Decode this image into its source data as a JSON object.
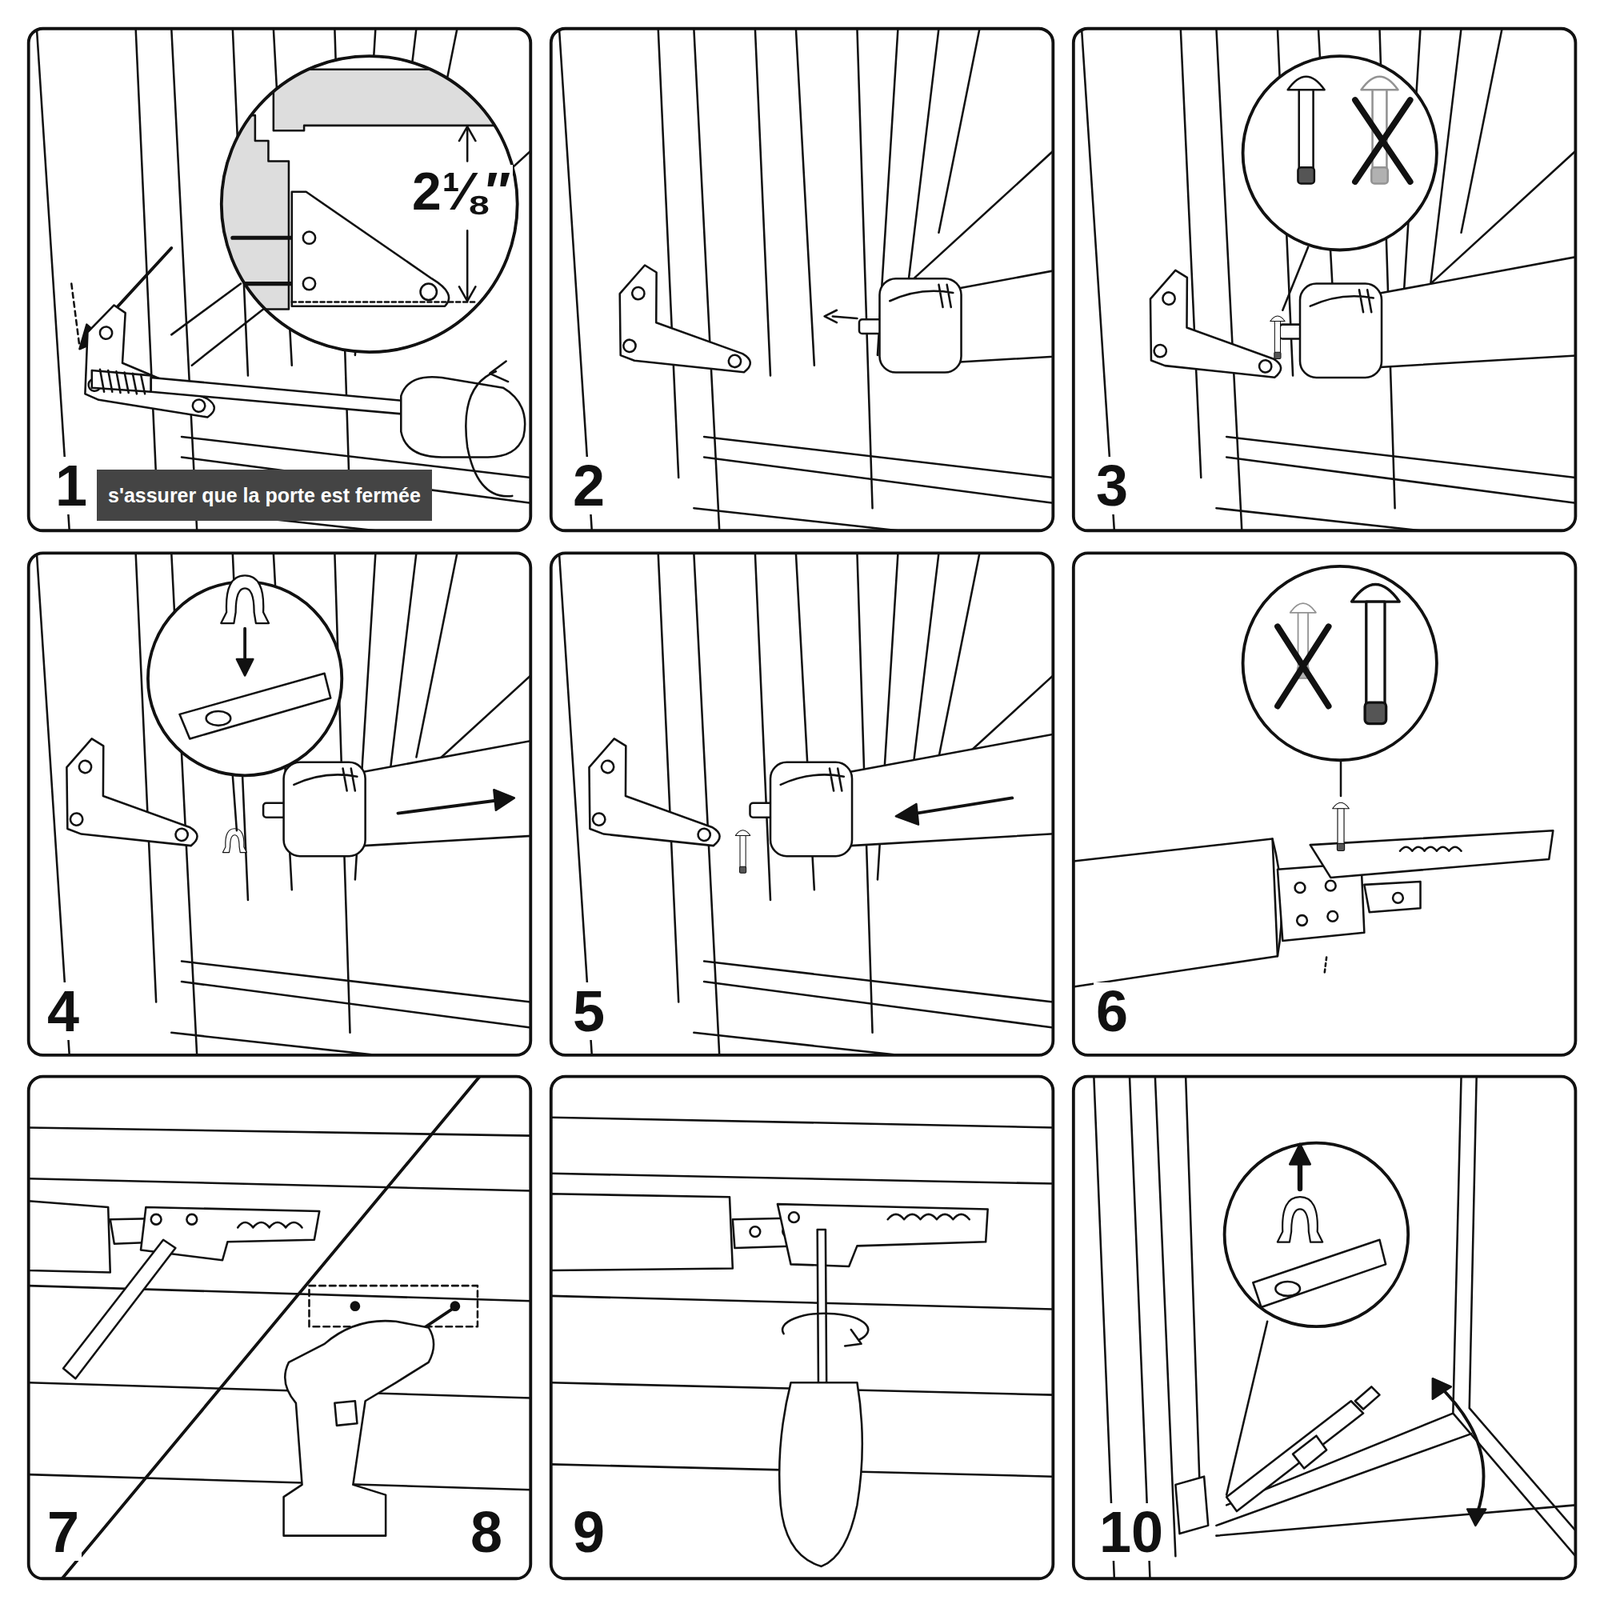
{
  "diagram": {
    "nodes": [
      {
        "text": [
          "s'assurer que la porte est fermée"
        ]
      }
    ],
    "labels": [
      "2⅛″",
      "1",
      "2",
      "3",
      "4",
      "5",
      "6",
      "7",
      "8",
      "9",
      "10"
    ]
  }
}
